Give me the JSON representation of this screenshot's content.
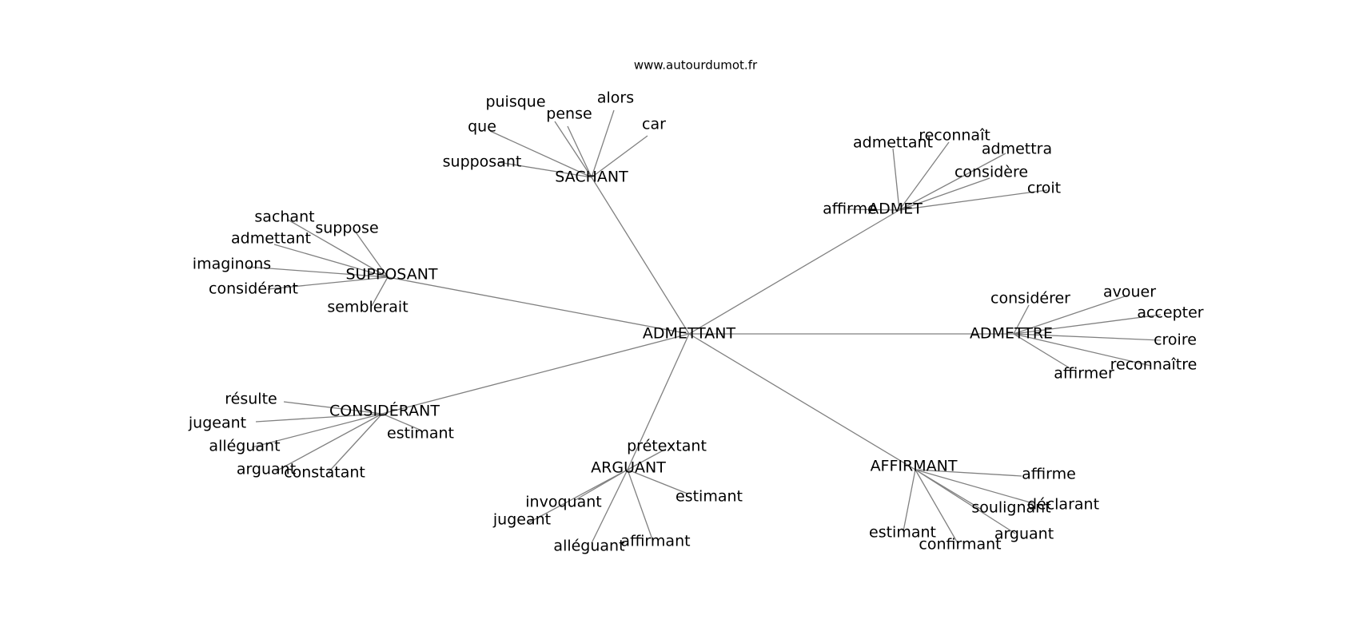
{
  "site": "www.autourdumot.fr",
  "center": "ADMETTANT",
  "clusters": [
    {
      "label": "SACHANT",
      "children": [
        "puisque",
        "pense",
        "alors",
        "que",
        "car",
        "supposant"
      ]
    },
    {
      "label": "ADMET",
      "children": [
        "admettant",
        "reconnaît",
        "admettra",
        "considère",
        "croit",
        "affirme"
      ]
    },
    {
      "label": "SUPPOSANT",
      "children": [
        "sachant",
        "suppose",
        "admettant",
        "imaginons",
        "considérant",
        "semblerait"
      ]
    },
    {
      "label": "ADMETTRE",
      "children": [
        "considérer",
        "avouer",
        "accepter",
        "croire",
        "reconnaître",
        "affirmer"
      ]
    },
    {
      "label": "CONSIDÉRANT",
      "children": [
        "résulte",
        "jugeant",
        "alléguant",
        "arguant",
        "constatant",
        "estimant"
      ]
    },
    {
      "label": "ARGUANT",
      "children": [
        "prétextant",
        "invoquant",
        "estimant",
        "jugeant",
        "alléguant",
        "affirmant"
      ]
    },
    {
      "label": "AFFIRMANT",
      "children": [
        "affirme",
        "déclarant",
        "soulignant",
        "estimant",
        "arguant",
        "confirmant"
      ]
    }
  ]
}
